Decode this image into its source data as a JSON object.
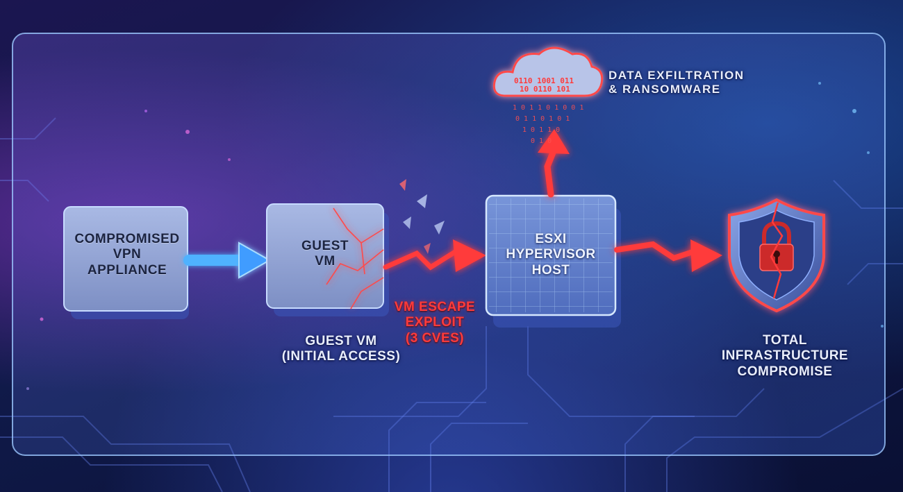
{
  "nodes": {
    "vpn": "COMPROMISED VPN APPLIANCE",
    "guest_vm": "GUEST VM",
    "esxi": "ESXi HYPERVISOR HOST",
    "exfil": "DATA EXFILTRATION & RANSOMWARE",
    "total": "TOTAL INFRASTRUCTURE COMPROMISE"
  },
  "captions": {
    "guest_vm_line1": "GUEST VM",
    "guest_vm_line2": "(INITIAL ACCESS)",
    "vm_escape_line1": "VM ESCAPE",
    "vm_escape_line2": "EXPLOIT",
    "vm_escape_line3": "(3 CVEs)"
  },
  "box_lines": {
    "vpn": [
      "COMPROMISED",
      "VPN",
      "APPLIANCE"
    ],
    "guest_vm": [
      "GUEST",
      "VM"
    ],
    "esxi": [
      "ESXi",
      "HYPERVISOR",
      "HOST"
    ],
    "exfil": [
      "DATA EXFILTRATION",
      "& RANSOMWARE"
    ],
    "total": [
      "TOTAL",
      "INFRASTRUCTURE",
      "COMPROMISE"
    ]
  },
  "colors": {
    "accent_blue": "#5fb6ff",
    "attack_red": "#ff3b3b",
    "panel": "#8ea6e6"
  }
}
